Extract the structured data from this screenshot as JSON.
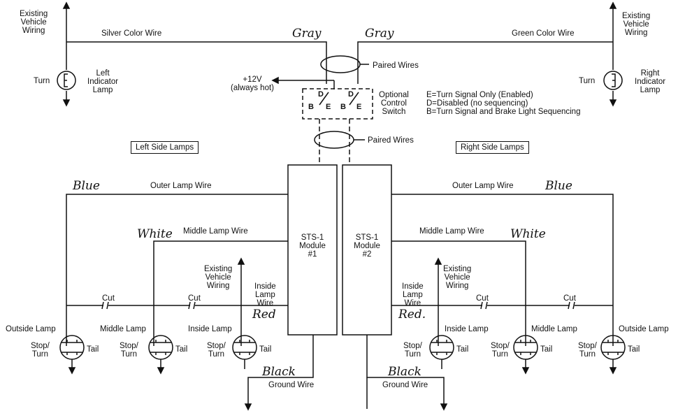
{
  "left": {
    "existing_wiring": "Existing\nVehicle\nWiring",
    "silver_wire": "Silver Color Wire",
    "turn": "Turn",
    "indicator_lamp": "Left\nIndicator\nLamp",
    "section_label": "Left Side Lamps",
    "blue": "Blue",
    "outer_wire": "Outer Lamp Wire",
    "white": "White",
    "middle_wire": "Middle Lamp Wire",
    "existing_wiring_2": "Existing\nVehicle\nWiring",
    "inside_wire": "Inside\nLamp\nWire",
    "red": "Red",
    "cut1": "Cut",
    "cut2": "Cut",
    "outside_lamp": "Outside Lamp",
    "middle_lamp": "Middle Lamp",
    "inside_lamp": "Inside Lamp",
    "stop_turn": "Stop/\nTurn",
    "tail": "Tail",
    "black": "Black",
    "ground_wire": "Ground Wire"
  },
  "right": {
    "existing_wiring": "Existing\nVehicle\nWiring",
    "green_wire": "Green Color Wire",
    "turn": "Turn",
    "indicator_lamp": "Right\nIndicator\nLamp",
    "section_label": "Right Side Lamps",
    "blue": "Blue",
    "outer_wire": "Outer Lamp Wire",
    "white": "White",
    "middle_wire": "Middle Lamp Wire",
    "existing_wiring_2": "Existing\nVehicle\nWiring",
    "inside_wire": "Inside\nLamp\nWire",
    "red": "Red.",
    "cut1": "Cut",
    "cut2": "Cut",
    "outside_lamp": "Outside Lamp",
    "middle_lamp": "Middle Lamp",
    "inside_lamp": "Inside Lamp",
    "stop_turn": "Stop/\nTurn",
    "tail": "Tail",
    "black": "Black",
    "ground_wire": "Ground Wire"
  },
  "center": {
    "gray_left": "Gray",
    "gray_right": "Gray",
    "paired_wires_top": "Paired Wires",
    "paired_wires_bottom": "Paired Wires",
    "plus12v": "+12V\n(always hot)",
    "switch_caption": "Optional\nControl\nSwitch",
    "switch_legend": "E=Turn Signal Only (Enabled)\nD=Disabled (no sequencing)\nB=Turn Signal and Brake Light Sequencing",
    "sw_d1": "D",
    "sw_b1": "B",
    "sw_e1": "E",
    "sw_d2": "D",
    "sw_b2": "B",
    "sw_e2": "E",
    "module1": "STS-1\nModule\n#1",
    "module2": "STS-1\nModule\n#2"
  }
}
